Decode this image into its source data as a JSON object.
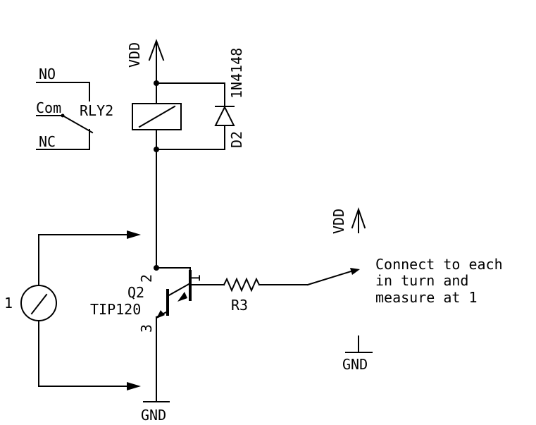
{
  "labels": {
    "vdd_top": "VDD",
    "diode_part": "1N4148",
    "diode_ref": "D2",
    "relay_ref": "RLY2",
    "relay_no": "NO",
    "relay_com": "Com",
    "relay_nc": "NC",
    "transistor_ref": "Q2",
    "transistor_part": "TIP120",
    "pin_collector": "2",
    "pin_base": "1",
    "pin_emitter": "3",
    "resistor_ref": "R3",
    "meter_label": "1",
    "gnd_bottom": "GND",
    "vdd_right": "VDD",
    "gnd_right": "GND",
    "note_line1": "Connect to each",
    "note_line2": "in turn and",
    "note_line3": "measure at 1"
  }
}
